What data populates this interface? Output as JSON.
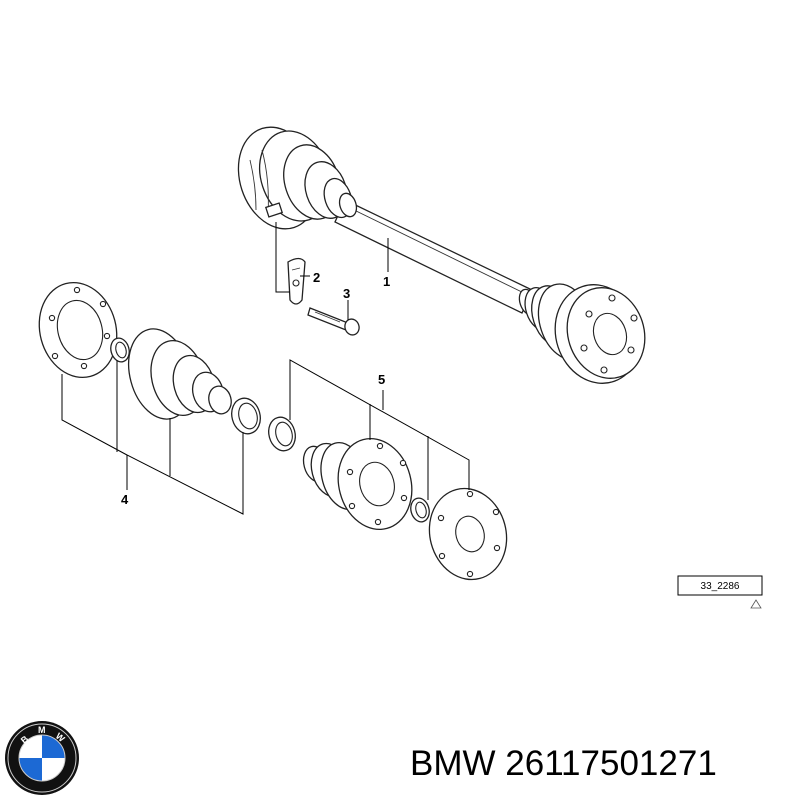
{
  "callouts": {
    "c1": "1",
    "c2": "2",
    "c3": "3",
    "c4": "4",
    "c5": "5"
  },
  "reference_code": "33_2286",
  "brand_line": "BMW 26117501271",
  "logo": {
    "letters": [
      "B",
      "M",
      "W"
    ],
    "colors": {
      "blue": "#1c69d4",
      "white": "#ffffff",
      "ring": "#111111"
    }
  }
}
